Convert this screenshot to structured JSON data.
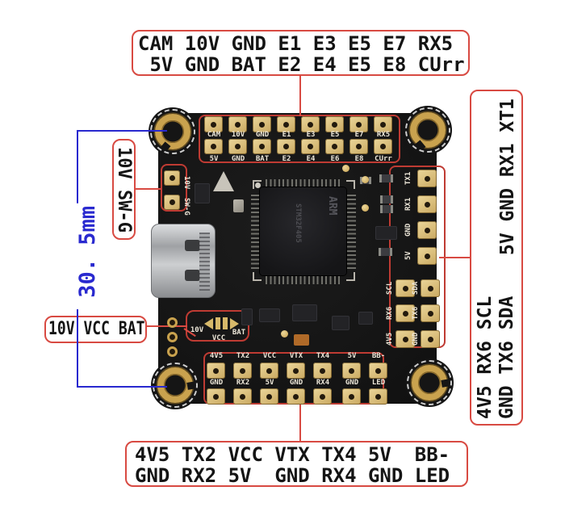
{
  "colors": {
    "annotation_red": "#d84a42",
    "board_outline_red": "#bf3b33",
    "dimension_blue": "#2929cf",
    "pad_gold": "#d4b36a",
    "board_black": "#161616",
    "silkscreen_white": "#ece6d8"
  },
  "top_label_box": {
    "line1": "CAM 10V GND E1 E3 E5 E7 RX5",
    "line2": " 5V GND BAT E2 E4 E5 E8 CUrr"
  },
  "right_label_box": {
    "line1": "5V GND RX1 XT1",
    "line2": "4V5 RX6 SCL",
    "line3": "GND TX6 SDA"
  },
  "left_label_box": {
    "text": "10V SW-G"
  },
  "dimension_label": {
    "text": "30. 5mm"
  },
  "vcc_label_box": {
    "text": "10V VCC BAT"
  },
  "bottom_label_box": {
    "line1": "4V5 TX2 VCC VTX TX4 5V  BB-",
    "line2": "GND RX2 5V  GND RX4 GND LED"
  },
  "board": {
    "top_pads_row1": [
      "CAM",
      "10V",
      "GND",
      "E1",
      "E3",
      "E5",
      "E7",
      "RX5"
    ],
    "top_pads_row2": [
      "5V",
      "GND",
      "BAT",
      "E2",
      "E4",
      "E6",
      "E8",
      "CUrr"
    ],
    "left_pads": [
      "10V",
      "SW-G"
    ],
    "right_pads": [
      "TX1",
      "RX1",
      "GND",
      "5V"
    ],
    "right_group_left_col": [
      "SCL",
      "RX6",
      "4V5"
    ],
    "right_group_right_col": [
      "SDA",
      "TX6",
      "GND"
    ],
    "bottom_labels_row1": [
      "4V5",
      "TX2",
      "VCC",
      "VTX",
      "TX4",
      "5V",
      "BB-"
    ],
    "bottom_labels_row2": [
      "GND",
      "RX2",
      "5V",
      "GND",
      "RX4",
      "GND",
      "LED"
    ],
    "power_pads": {
      "label1": "10V",
      "label2": "VCC",
      "label3": "BAT"
    },
    "chip": {
      "brand": "ARM",
      "part": "STM32F405"
    }
  }
}
